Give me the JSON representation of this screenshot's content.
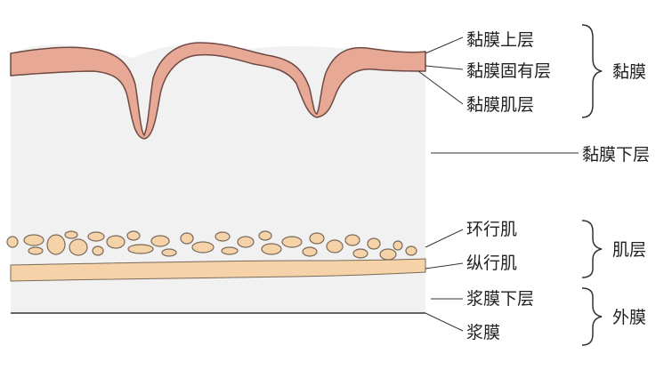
{
  "labels": {
    "epithelium": "黏膜上层",
    "lamina_propria": "黏膜固有层",
    "muscularis_mucosae": "黏膜肌层",
    "submucosa": "黏膜下层",
    "circular_muscle": "环行肌",
    "longitudinal_muscle": "纵行肌",
    "subserosa": "浆膜下层",
    "serosa": "浆膜"
  },
  "groups": {
    "mucosa": "黏膜",
    "muscularis": "肌层",
    "adventitia": "外膜"
  },
  "colors": {
    "mucosa_fill": "#e8a896",
    "mucosa_stroke": "#6e4a42",
    "submucosa_fill": "#f1f1f1",
    "muscle_fill": "#f5d2a8",
    "muscle_stroke": "#7a6a5a",
    "line": "#333333"
  }
}
